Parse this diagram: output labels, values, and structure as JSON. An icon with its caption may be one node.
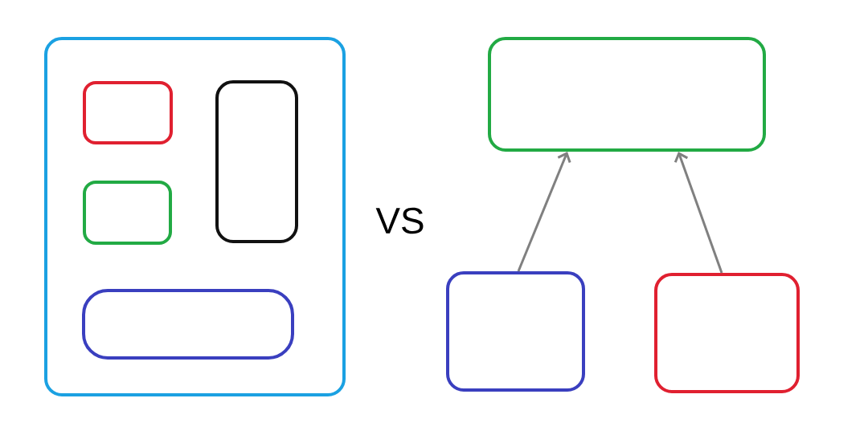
{
  "diagram": {
    "nodes": [
      {
        "text": [],
        "shape": "box"
      },
      {
        "text": [],
        "shape": "box",
        "in": 0
      },
      {
        "text": [],
        "shape": "box",
        "in": 0
      },
      {
        "text": [],
        "shape": "box",
        "in": 0
      },
      {
        "text": [],
        "shape": "box",
        "in": 0
      },
      {
        "text": [],
        "shape": "box"
      },
      {
        "text": [],
        "shape": "box"
      },
      {
        "text": [],
        "shape": "box"
      }
    ],
    "edges": [
      {
        "from": 6,
        "to": 5,
        "arrow": "to"
      },
      {
        "from": 7,
        "to": 5,
        "arrow": "to"
      }
    ],
    "labels": [
      "VS"
    ]
  }
}
